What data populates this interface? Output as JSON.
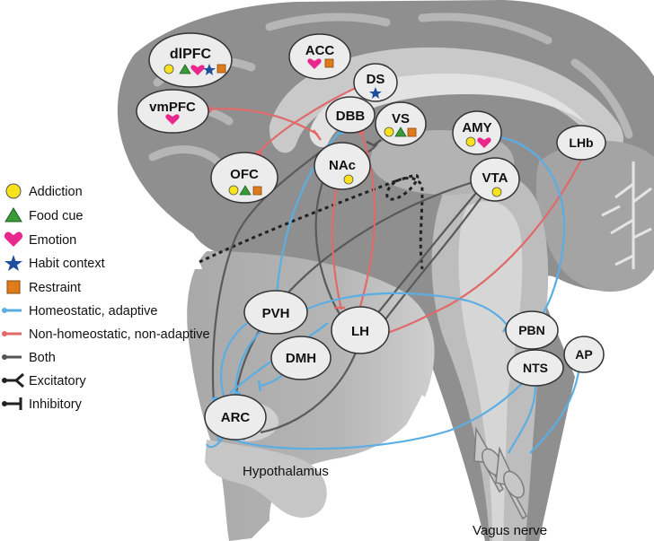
{
  "colors": {
    "addiction": "#f7e21b",
    "food_cue": "#3a9a3a",
    "emotion": "#e8288c",
    "habit_context": "#1f4e9c",
    "restraint": "#e07b1c",
    "homeostatic": "#5aaee3",
    "non_homeostatic": "#e06a6a",
    "both": "#555555"
  },
  "legend": [
    {
      "key": "addiction",
      "icon": "circle-icon",
      "label": "Addiction"
    },
    {
      "key": "food_cue",
      "icon": "triangle-icon",
      "label": "Food cue"
    },
    {
      "key": "emotion",
      "icon": "heart-icon",
      "label": "Emotion"
    },
    {
      "key": "habit_context",
      "icon": "star-icon",
      "label": "Habit context"
    },
    {
      "key": "restraint",
      "icon": "square-icon",
      "label": "Restraint"
    },
    {
      "key": "homeostatic",
      "icon": "line-icon",
      "label": "Homeostatic, adaptive"
    },
    {
      "key": "non_homeostatic",
      "icon": "line-icon",
      "label": "Non-homeostatic, non-adaptive"
    },
    {
      "key": "both",
      "icon": "line-icon",
      "label": "Both"
    },
    {
      "key": "excitatory",
      "icon": "excitatory-arrow-icon",
      "label": "Excitatory"
    },
    {
      "key": "inhibitory",
      "icon": "inhibitory-bar-icon",
      "label": "Inhibitory"
    }
  ],
  "nodes": {
    "dlpfc": {
      "label": "dlPFC"
    },
    "vmpfc": {
      "label": "vmPFC"
    },
    "acc": {
      "label": "ACC"
    },
    "ds": {
      "label": "DS"
    },
    "dbb": {
      "label": "DBB"
    },
    "vs": {
      "label": "VS"
    },
    "amy": {
      "label": "AMY"
    },
    "lhb": {
      "label": "LHb"
    },
    "ofc": {
      "label": "OFC"
    },
    "nac": {
      "label": "NAc"
    },
    "vta": {
      "label": "VTA"
    },
    "pvh": {
      "label": "PVH"
    },
    "lh": {
      "label": "LH"
    },
    "pbn": {
      "label": "PBN"
    },
    "dmh": {
      "label": "DMH"
    },
    "nts": {
      "label": "NTS"
    },
    "ap": {
      "label": "AP"
    },
    "arc": {
      "label": "ARC"
    }
  },
  "regions": {
    "hypothalamus": "Hypothalamus",
    "vagus_nerve": "Vagus nerve"
  }
}
